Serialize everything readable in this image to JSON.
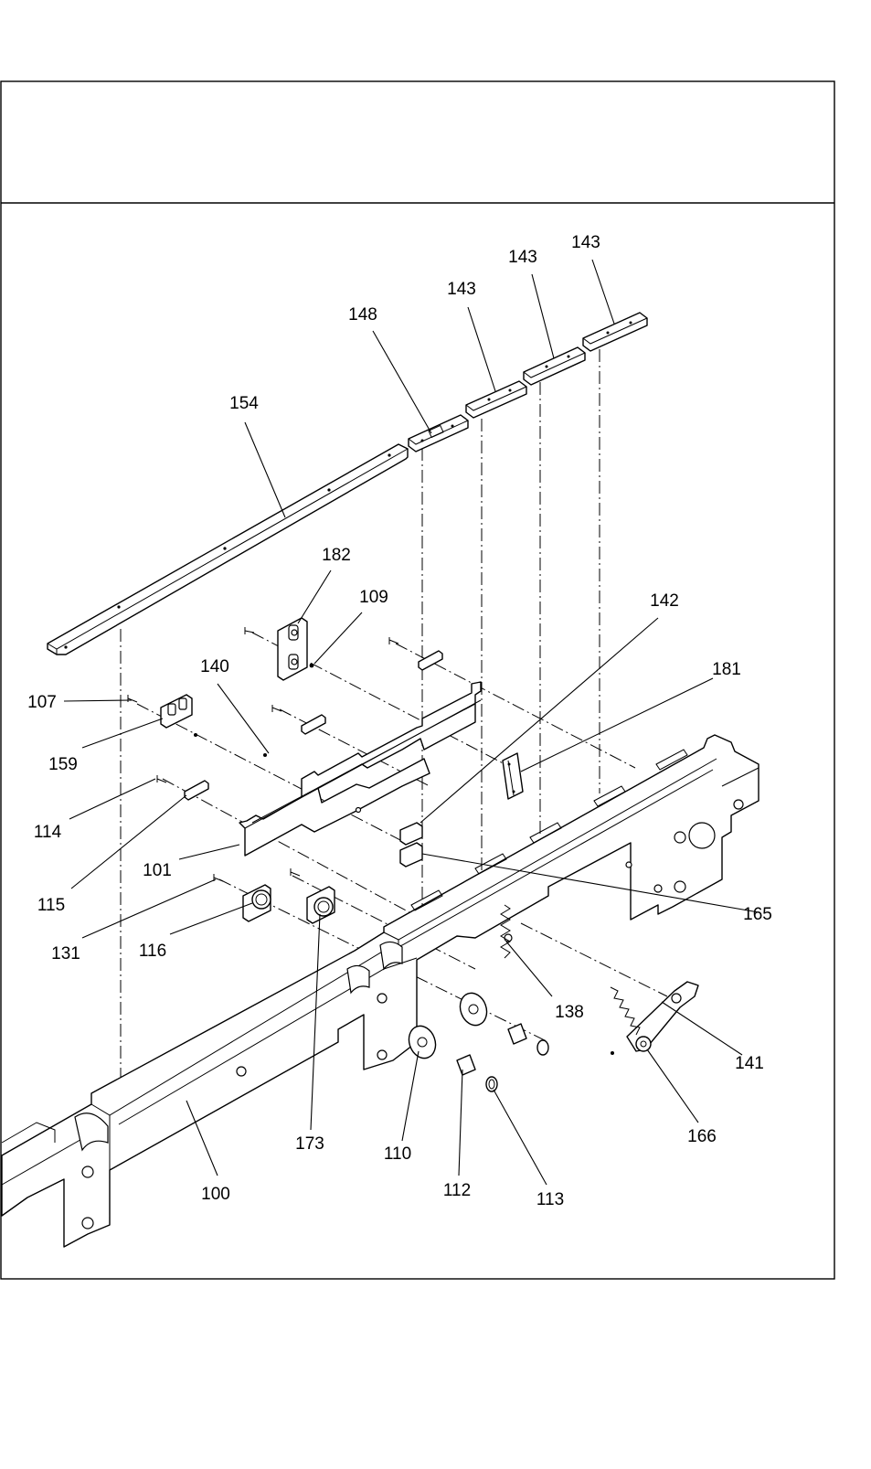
{
  "diagram": {
    "title_block_text": "",
    "callouts": [
      {
        "id": "c143a",
        "label": "143"
      },
      {
        "id": "c143b",
        "label": "143"
      },
      {
        "id": "c143c",
        "label": "143"
      },
      {
        "id": "c148",
        "label": "148"
      },
      {
        "id": "c154",
        "label": "154"
      },
      {
        "id": "c182",
        "label": "182"
      },
      {
        "id": "c109",
        "label": "109"
      },
      {
        "id": "c142",
        "label": "142"
      },
      {
        "id": "c140",
        "label": "140"
      },
      {
        "id": "c181",
        "label": "181"
      },
      {
        "id": "c107",
        "label": "107"
      },
      {
        "id": "c159",
        "label": "159"
      },
      {
        "id": "c114",
        "label": "114"
      },
      {
        "id": "c101",
        "label": "101"
      },
      {
        "id": "c115",
        "label": "115"
      },
      {
        "id": "c165",
        "label": "165"
      },
      {
        "id": "c131",
        "label": "131"
      },
      {
        "id": "c116",
        "label": "116"
      },
      {
        "id": "c138",
        "label": "138"
      },
      {
        "id": "c141",
        "label": "141"
      },
      {
        "id": "c173",
        "label": "173"
      },
      {
        "id": "c110",
        "label": "110"
      },
      {
        "id": "c166",
        "label": "166"
      },
      {
        "id": "c100",
        "label": "100"
      },
      {
        "id": "c112",
        "label": "112"
      },
      {
        "id": "c113",
        "label": "113"
      }
    ]
  }
}
